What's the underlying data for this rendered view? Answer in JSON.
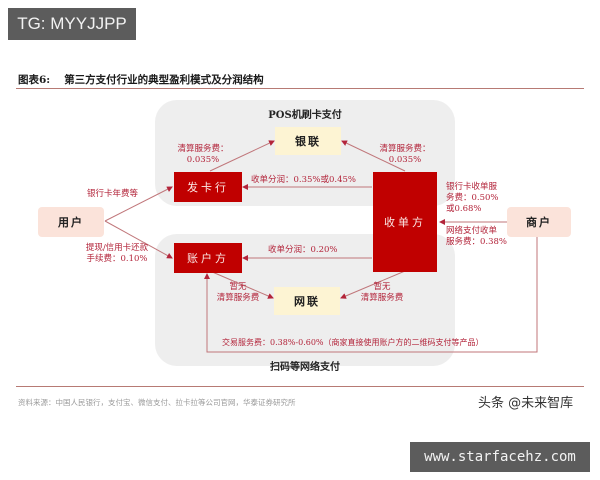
{
  "watermarks": {
    "top_left_badge": "TG: MYYJJPP",
    "toutiao": "头条 @未来智库",
    "bottom_url": "www.starfacehz.com"
  },
  "figure": {
    "number": "图表6:",
    "title": "第三方支付行业的典型盈利模式及分润结构",
    "source": "资料来源：中国人民银行，支付宝、微信支付、拉卡拉等公司官网，华泰证券研究所"
  },
  "panels": {
    "pos": "POS机刷卡支付",
    "online": "扫码等网络支付"
  },
  "nodes": {
    "user": "用户",
    "issuer": "发卡行",
    "account": "账户方",
    "unionpay": "银联",
    "netsunion": "网联",
    "acquirer": "收单方",
    "merchant": "商户"
  },
  "edges": {
    "user_to_issuer": "银行卡年费等",
    "user_to_account_line1": "提现/信用卡还款",
    "user_to_account_line2": "手续费：0.10%",
    "issuer_to_unionpay_line1": "清算服务费：",
    "issuer_to_unionpay_line2": "0.035%",
    "acquirer_to_unionpay_line1": "清算服务费：",
    "acquirer_to_unionpay_line2": "0.035%",
    "acquirer_to_issuer": "收单分润：0.35%或0.45%",
    "acquirer_to_account": "收单分润：0.20%",
    "account_to_netsunion_line1": "暂无",
    "account_to_netsunion_line2": "清算服务费",
    "acquirer_to_netsunion_line1": "暂无",
    "acquirer_to_netsunion_line2": "清算服务费",
    "merchant_to_acquirer_bank_line1": "银行卡收单服",
    "merchant_to_acquirer_bank_line2": "务费：0.50%",
    "merchant_to_acquirer_bank_line3": "或0.68%",
    "merchant_to_acquirer_net_line1": "网络支付收单",
    "merchant_to_acquirer_net_line2": "服务费：0.38%",
    "merchant_to_account": "交易服务费：0.38%-0.60%（商家直接使用账户方的二维码支付等产品）"
  },
  "colors": {
    "red_box": "#c00000",
    "label_red": "#b3243a",
    "panel_gray": "#eeeeee",
    "yellow_box": "#fdf4d3",
    "peach_box": "#fbe3da",
    "line": "#c0767a"
  }
}
